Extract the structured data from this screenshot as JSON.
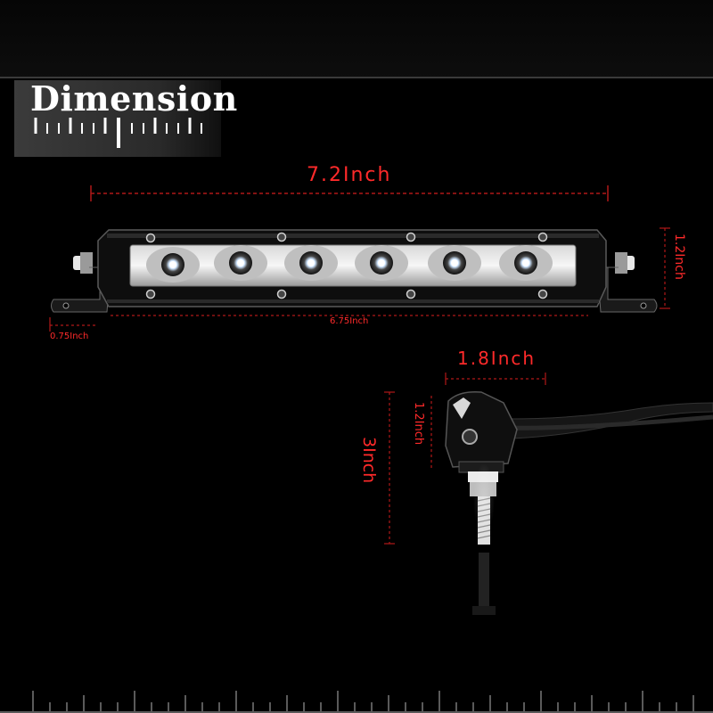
{
  "title": "Dimension",
  "dimensions": {
    "overall_length": "7.2Inch",
    "inner_length": "6.75Inch",
    "bracket_width": "0.75Inch",
    "height_front": "1.2Inch",
    "depth": "1.8Inch",
    "height_side": "1.2Inch",
    "total_height": "3Inch"
  },
  "colors": {
    "background": "#000000",
    "dimension_text": "#ff2a2a",
    "title_text": "#ffffff"
  },
  "icons": [
    "ruler-ticks-icon",
    "led-light-bar-front",
    "led-light-bar-side",
    "mounting-bolt",
    "power-cable"
  ],
  "led_count": 6
}
